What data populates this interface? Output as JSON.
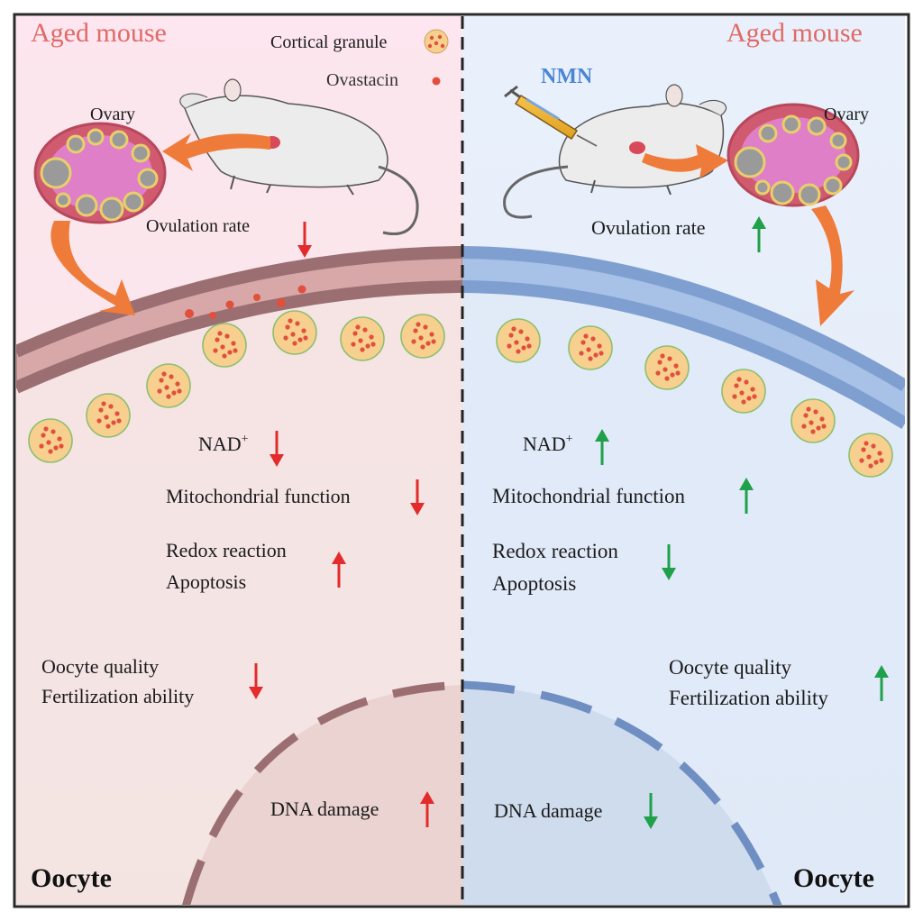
{
  "left_panel": {
    "title": "Aged mouse",
    "ovary": "Ovary",
    "ovulation_rate": "Ovulation rate",
    "nad": "NAD",
    "nad_sup": "+",
    "mito": "Mitochondrial function",
    "redox": "Redox reaction",
    "apoptosis": "Apoptosis",
    "quality": "Oocyte quality",
    "fertil": "Fertilization ability",
    "dna": "DNA damage",
    "oocyte": "Oocyte"
  },
  "right_panel": {
    "title": "Aged mouse",
    "treatment": "NMN",
    "ovary": "Ovary",
    "ovulation_rate": "Ovulation rate",
    "nad": "NAD",
    "nad_sup": "+",
    "mito": "Mitochondrial function",
    "redox": "Redox reaction",
    "apoptosis": "Apoptosis",
    "quality": "Oocyte quality",
    "fertil": "Fertilization ability",
    "dna": "DNA damage",
    "oocyte": "Oocyte"
  },
  "legend": {
    "cortical_granule": "Cortical granule",
    "ovastacin": "Ovastacin"
  },
  "colors": {
    "left_bg_top": "#fce7ef",
    "left_bg_bottom": "#f6eaea",
    "right_bg": "#e6effb",
    "left_membrane": "#9b6f72",
    "right_membrane": "#7f9fd1",
    "granule_fill": "#f7cf8f",
    "granule_dot": "#e0503d",
    "arrow_orange": "#ef7b3a",
    "down_red": "#e32b2b",
    "up_green": "#1fa04a"
  }
}
